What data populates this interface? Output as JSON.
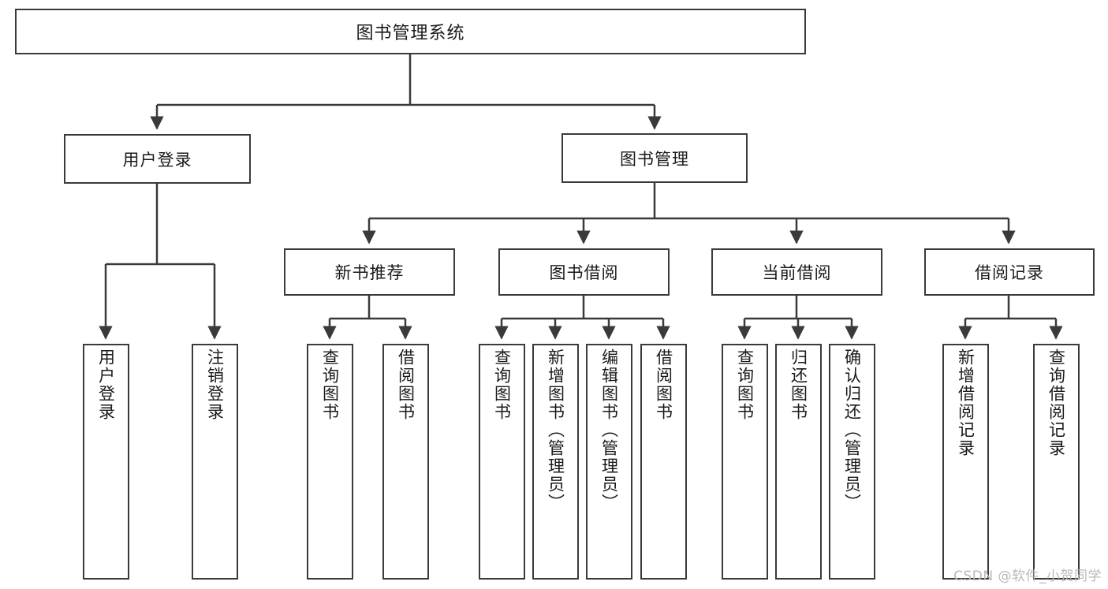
{
  "diagram": {
    "title": "图书管理系统",
    "type": "tree-hierarchy",
    "stroke_color": "#3a3a3a",
    "fill_color": "#ffffff",
    "text_color": "#1a1a1a"
  },
  "nodes": {
    "root": {
      "label": "图书管理系统"
    },
    "level2": [
      {
        "label": "用户登录"
      },
      {
        "label": "图书管理"
      }
    ],
    "level3": [
      {
        "label": "新书推荐"
      },
      {
        "label": "图书借阅"
      },
      {
        "label": "当前借阅"
      },
      {
        "label": "借阅记录"
      }
    ],
    "leaves_user_login": [
      {
        "label": "用户登录"
      },
      {
        "label": "注销登录"
      }
    ],
    "leaves_new_book": [
      {
        "label": "查询图书"
      },
      {
        "label": "借阅图书"
      }
    ],
    "leaves_borrow": [
      {
        "label": "查询图书"
      },
      {
        "label": "新增图书（管理员）"
      },
      {
        "label": "编辑图书（管理员）"
      },
      {
        "label": "借阅图书"
      }
    ],
    "leaves_current": [
      {
        "label": "查询图书"
      },
      {
        "label": "归还图书"
      },
      {
        "label": "确认归还（管理员）"
      }
    ],
    "leaves_records": [
      {
        "label": "新增借阅记录"
      },
      {
        "label": "查询借阅记录"
      }
    ]
  },
  "watermark": {
    "text": "CSDN @软件_小贺同学"
  }
}
